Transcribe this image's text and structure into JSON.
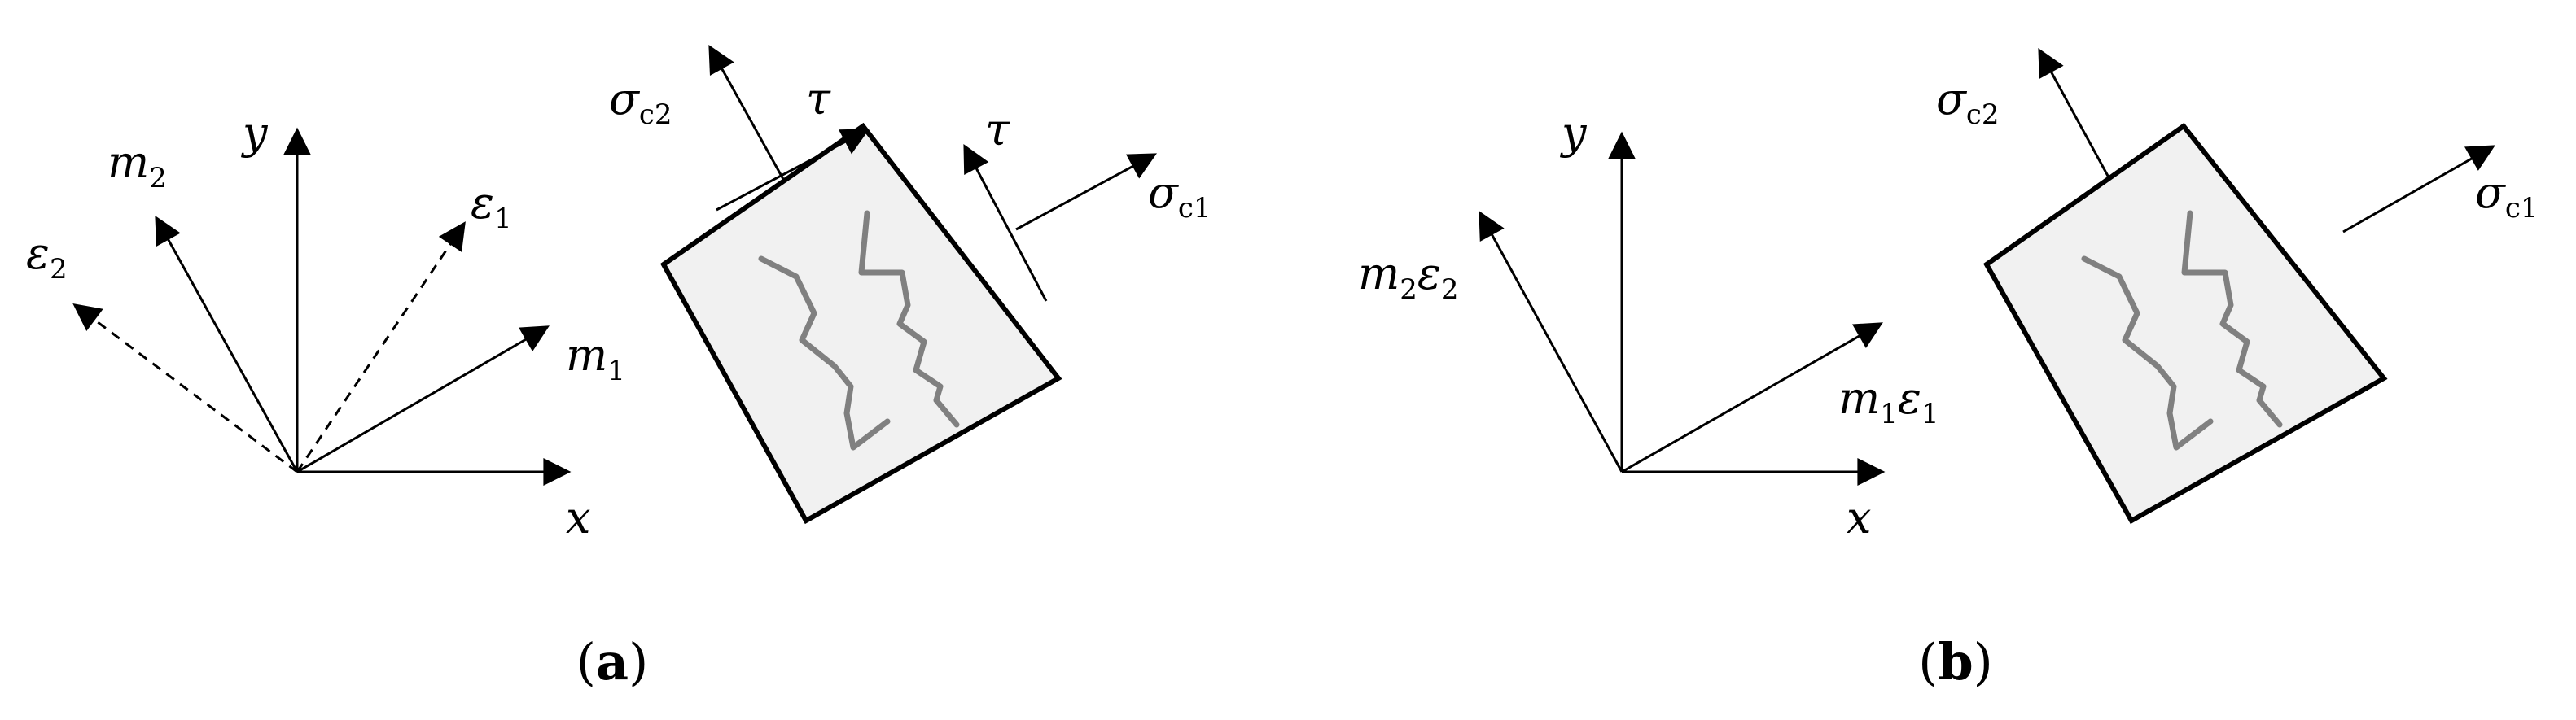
{
  "panel_a": {
    "axes": {
      "x_label": "x",
      "y_label": "y",
      "m1": {
        "base": "m",
        "sub": "1"
      },
      "m2": {
        "base": "m",
        "sub": "2"
      },
      "e1": {
        "base": "ε",
        "sub": "1"
      },
      "e2": {
        "base": "ε",
        "sub": "2"
      }
    },
    "element": {
      "sigma_c1": {
        "base": "σ",
        "sub": "c1"
      },
      "sigma_c2": {
        "base": "σ",
        "sub": "c2"
      },
      "tau_top": "τ",
      "tau_right": "τ"
    },
    "caption": {
      "open": "(",
      "letter": "a",
      "close": ")"
    }
  },
  "panel_b": {
    "axes": {
      "x_label": "x",
      "y_label": "y",
      "m1e1": {
        "base1": "m",
        "sub1": "1",
        "base2": "ε",
        "sub2": "1"
      },
      "m2e2": {
        "base1": "m",
        "sub1": "2",
        "base2": "ε",
        "sub2": "2"
      }
    },
    "element": {
      "sigma_c1": {
        "base": "σ",
        "sub": "c1"
      },
      "sigma_c2": {
        "base": "σ",
        "sub": "c2"
      }
    },
    "caption": {
      "open": "(",
      "letter": "b",
      "close": ")"
    }
  },
  "colors": {
    "line": "#000000",
    "element_fill": "#f1f1f1",
    "crack": "#808080"
  }
}
